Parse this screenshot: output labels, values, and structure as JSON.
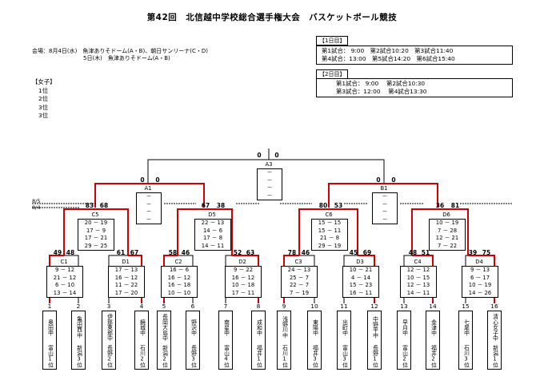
{
  "title": "第42回　北信越中学校総合選手権大会　バスケットボール競技",
  "venue": {
    "line1": "会場：8月4日(水)　魚津ありそドーム(A・B)、朝日サンリーナ(C・D)",
    "line2": "5日(木)　魚津ありそドーム(A・B)"
  },
  "day1": {
    "label": "【1日目】",
    "row1": "第1試合：  9:00　第2試合10:20　第3試合11:40",
    "row2": "第4試合：13:00　第5試合14:20　第6試合15:40"
  },
  "day2": {
    "label": "【2日目】",
    "row1": "第1試合：  9:00　  第2試合10:30",
    "row2": "第3試合：12:00　  第4試合13:30"
  },
  "women": {
    "header": "【女子】",
    "ranks": [
      "1位",
      "2位",
      "3位",
      "3位"
    ]
  },
  "dates": {
    "d1": "8/5",
    "d2": "8/4"
  },
  "final": {
    "name": "A3",
    "left": "0",
    "right": "0",
    "sets": [
      "－",
      "－",
      "－",
      "－"
    ]
  },
  "semis": [
    {
      "name": "A1",
      "left": "0",
      "right": "0",
      "sets": [
        "－",
        "－",
        "－",
        "－"
      ]
    },
    {
      "name": "B1",
      "left": "0",
      "right": "0",
      "sets": [
        "－",
        "－",
        "－",
        "－"
      ]
    }
  ],
  "quarters": [
    {
      "name": "C5",
      "left": "83",
      "right": "68",
      "sets": [
        "20 － 19",
        "17 －  9",
        "17 － 21",
        "29 － 25"
      ]
    },
    {
      "name": "D5",
      "left": "67",
      "right": "38",
      "sets": [
        "22 － 13",
        "14 －  6",
        "17 －  8",
        "14 － 11"
      ]
    },
    {
      "name": "C6",
      "left": "80",
      "right": "53",
      "sets": [
        "15 － 15",
        "15 － 11",
        "21 －  8",
        "29 － 19"
      ]
    },
    {
      "name": "D6",
      "left": "36",
      "right": "81",
      "sets": [
        "10 － 19",
        " 7 － 28",
        "12 － 21",
        " 7 － 22"
      ]
    }
  ],
  "firsts": [
    {
      "name": "C1",
      "left": "49",
      "right": "48",
      "sets": [
        " 9 － 12",
        "21 － 12",
        " 6 － 10",
        "13 － 14"
      ]
    },
    {
      "name": "D1",
      "left": "61",
      "right": "67",
      "sets": [
        "17 － 13",
        "16 － 12",
        "11 － 22",
        "17 － 20"
      ]
    },
    {
      "name": "C2",
      "left": "58",
      "right": "46",
      "sets": [
        "16 －  6",
        "16 － 12",
        "16 － 18",
        "10 － 10"
      ]
    },
    {
      "name": "D2",
      "left": "52",
      "right": "63",
      "sets": [
        " 9 － 22",
        "16 － 12",
        "10 － 18",
        "17 － 11"
      ]
    },
    {
      "name": "C3",
      "left": "78",
      "right": "46",
      "sets": [
        "24 － 13",
        "25 －  7",
        "22 －  7",
        " 7 － 19"
      ]
    },
    {
      "name": "D3",
      "left": "45",
      "right": "69",
      "sets": [
        "10 － 21",
        " 4 － 14",
        "15 － 23",
        "16 － 11"
      ]
    },
    {
      "name": "C4",
      "left": "48",
      "right": "51",
      "sets": [
        "12 － 12",
        "10 － 15",
        "12 － 13",
        "14 － 11"
      ]
    },
    {
      "name": "D4",
      "left": "39",
      "right": "75",
      "sets": [
        " 9 － 13",
        " 6 － 17",
        "10 － 19",
        "14 － 26"
      ]
    }
  ],
  "teams": [
    {
      "num": "1",
      "name": "奥田中",
      "sub": "富山1位"
    },
    {
      "num": "2",
      "name": "亀田西中",
      "sub": "新潟3位"
    },
    {
      "num": "3",
      "name": "伊那東部中",
      "sub": "長野2位"
    },
    {
      "num": "4",
      "name": "鏡城中",
      "sub": "石川2位"
    },
    {
      "num": "5",
      "name": "長岡大島中",
      "sub": "新潟2位"
    },
    {
      "num": "6",
      "name": "野沢中",
      "sub": "長野3位"
    },
    {
      "num": "7",
      "name": "南星中",
      "sub": "富山4位"
    },
    {
      "num": "8",
      "name": "成和中",
      "sub": "福井1位"
    },
    {
      "num": "9",
      "name": "浅野川中",
      "sub": "石川1位"
    },
    {
      "num": "10",
      "name": "東陽中",
      "sub": "福井3位"
    },
    {
      "num": "11",
      "name": "出町中",
      "sub": "富山3位"
    },
    {
      "num": "12",
      "name": "中野平中",
      "sub": "長野1位"
    },
    {
      "num": "13",
      "name": "早月中",
      "sub": "富山2位"
    },
    {
      "num": "14",
      "name": "金津中",
      "sub": "福井2位"
    },
    {
      "num": "15",
      "name": "七尾中",
      "sub": "石川3位"
    },
    {
      "num": "16",
      "name": "清心女子中",
      "sub": "新潟1位"
    }
  ]
}
